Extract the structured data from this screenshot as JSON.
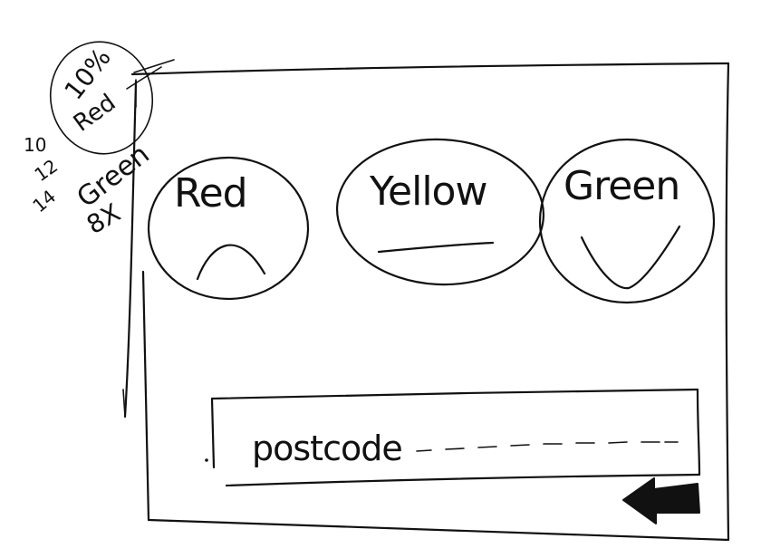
{
  "annotation": {
    "circled_label": "Red",
    "circled_amount": "10%",
    "numbers": [
      "10",
      "12",
      "14"
    ],
    "green_label": "Green",
    "multiplier": "8X"
  },
  "buttons": [
    {
      "id": "red",
      "label": "Red",
      "face": "sad-face-icon"
    },
    {
      "id": "yellow",
      "label": "Yellow",
      "face": "neutral-face-icon"
    },
    {
      "id": "green",
      "label": "Green",
      "face": "happy-face-icon"
    }
  ],
  "postcode": {
    "placeholder": "postcode"
  },
  "submit": {
    "icon": "arrow-left-icon"
  }
}
